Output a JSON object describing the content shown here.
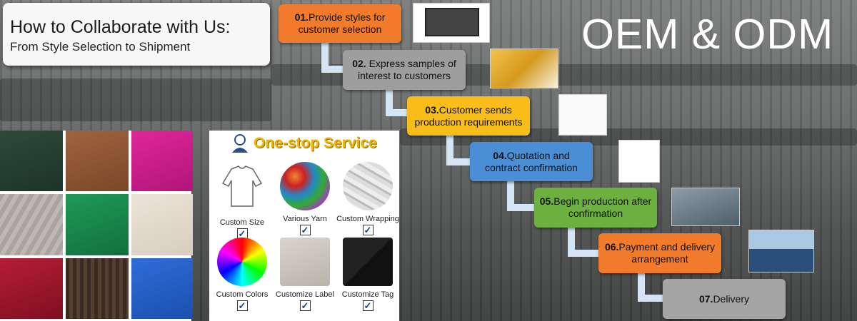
{
  "banner": {
    "title_main": "How to Collaborate with Us:",
    "title_sub": "From Style Selection to Shipment",
    "headline": "OEM & ODM"
  },
  "service": {
    "title": "One-stop Service",
    "items": [
      {
        "label": "Custom Size",
        "check": "✓"
      },
      {
        "label": "Various Yarn",
        "check": "✓"
      },
      {
        "label": "Custom Wrapping",
        "check": "✓"
      },
      {
        "label": "Custom Colors",
        "check": "✓"
      },
      {
        "label": "Customize Label",
        "check": "✓"
      },
      {
        "label": "Customize Tag",
        "check": "✓"
      }
    ]
  },
  "steps": [
    {
      "num": "01.",
      "text": "Provide styles for customer selection",
      "color": "#f27b2b"
    },
    {
      "num": "02.",
      "text": " Express samples of interest to customers",
      "color": "#9e9e9e"
    },
    {
      "num": "03.",
      "text": "Customer sends production requirements",
      "color": "#f8bd18"
    },
    {
      "num": "04.",
      "text": "Quotation and contract confirmation",
      "color": "#4a8fd6"
    },
    {
      "num": "05.",
      "text": "Begin production after confirmation",
      "color": "#6cb13f"
    },
    {
      "num": "06.",
      "text": "Payment and delivery arrangement",
      "color": "#f27b2b"
    },
    {
      "num": "07.",
      "text": "Delivery",
      "color": "#a4a4a4"
    }
  ],
  "colors": {
    "connector": "#d4e6f5",
    "title_card": "#f7f7f7",
    "service_title": "#f0b400"
  }
}
